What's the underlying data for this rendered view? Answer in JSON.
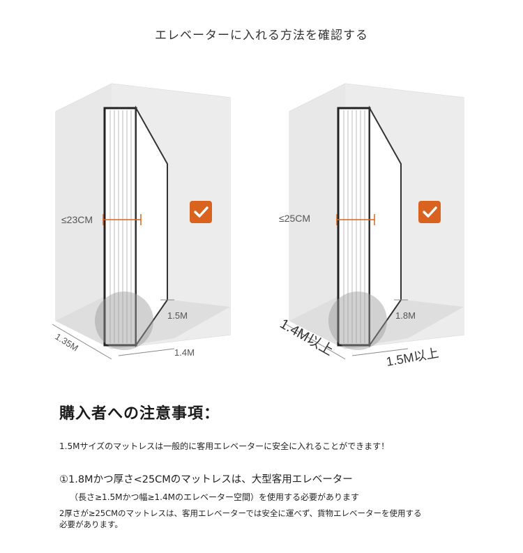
{
  "title": "エレベーターに入れる方法を確認する",
  "diagrams": [
    {
      "thickness": "≤23CM",
      "height": "1.5M",
      "width": "1.4M",
      "depth": "1.35M",
      "check_icon": "checkmark-icon",
      "accent": "#d9631e"
    },
    {
      "thickness": "≤25CM",
      "height": "1.8M",
      "width": "1.5M以上",
      "depth": "1.4M以上",
      "check_icon": "checkmark-icon",
      "accent": "#d9631e"
    }
  ],
  "notes": {
    "heading": "購入者への注意事項：",
    "line1": "1.5Mサイズのマットレスは一般的に客用エレベーターに安全に入れることができます！",
    "line2": "①1.8Mかつ厚さ<25CMのマットレスは、大型客用エレベーター",
    "line3": "（長さ≥1.5Mかつ幅≥1.4Mのエレベーター空間）を使用する必要があります",
    "line4": "2厚さが≥25CMのマットレスは、客用エレベーターでは安全に運べず、貨物エレベーターを使用する必要があります。"
  }
}
